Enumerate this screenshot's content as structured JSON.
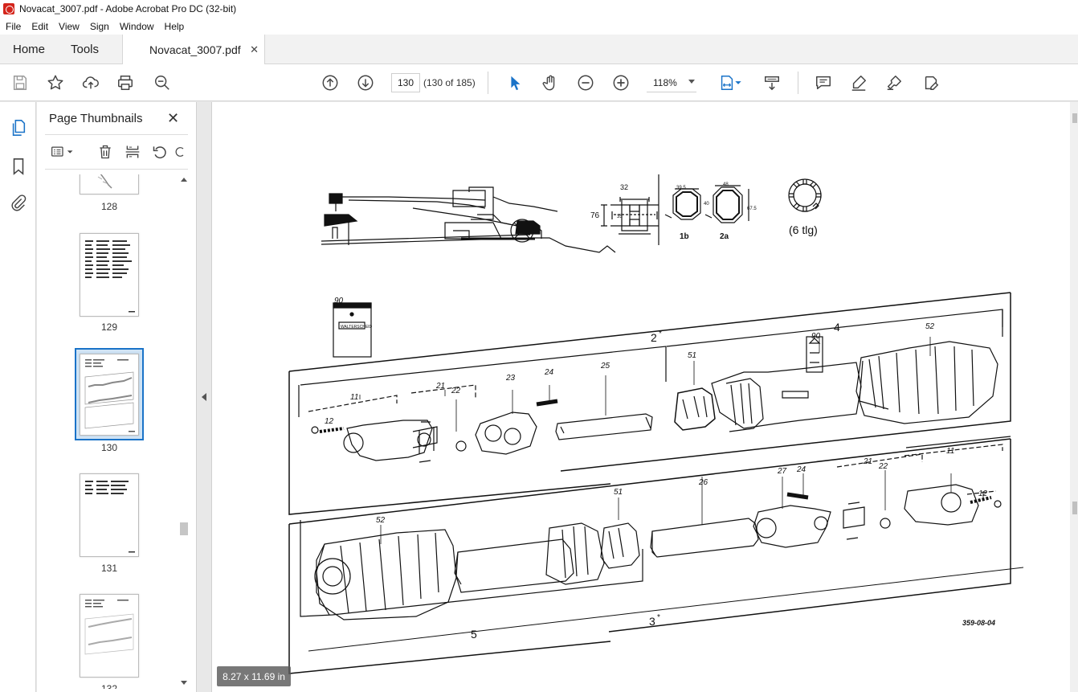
{
  "window": {
    "title": "Novacat_3007.pdf - Adobe Acrobat Pro DC (32-bit)"
  },
  "menu": [
    "File",
    "Edit",
    "View",
    "Sign",
    "Window",
    "Help"
  ],
  "tabs": {
    "home": "Home",
    "tools": "Tools",
    "document": "Novacat_3007.pdf",
    "close_glyph": "✕"
  },
  "toolbar": {
    "page_number": "130",
    "page_count": "(130 of 185)",
    "zoom": "118%"
  },
  "thumbnails": {
    "title": "Page Thumbnails",
    "close_glyph": "✕",
    "pages": [
      "128",
      "129",
      "130",
      "131",
      "132"
    ],
    "selected": "130"
  },
  "document": {
    "page_size": "8.27 x 11.69 in",
    "labels": {
      "dim_32": "32",
      "dim_76": "76",
      "dim_35": "35",
      "dim_395": "39.5",
      "dim_40": "40",
      "dim_48": "48",
      "dim_675": "67.5",
      "profile_1b": "1b",
      "profile_2a": "2a",
      "tlg": "(6 tlg)",
      "p90a": "90",
      "brand": "WALTERSCHEID",
      "p2": "2",
      "p4": "4",
      "p90b": "90",
      "p52a": "52",
      "p51a": "51",
      "p11a": "11",
      "p21a": "21",
      "p22a": "22",
      "p23": "23",
      "p24a": "24",
      "p25": "25",
      "p12a": "12",
      "p52b": "52",
      "p51b": "51",
      "p26": "26",
      "p27": "27",
      "p24b": "24",
      "p21b": "21",
      "p22b": "22",
      "p11b": "11",
      "p12b": "12",
      "p5": "5",
      "p3": "3",
      "drawing_no": "359-08-04"
    }
  },
  "colors": {
    "accent": "#1a73c8",
    "selected_bg": "#cfe3f5"
  }
}
